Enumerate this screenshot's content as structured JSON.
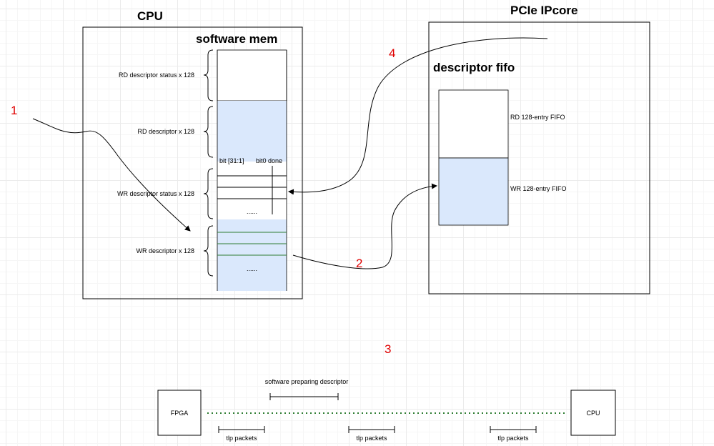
{
  "cpu": {
    "title": "CPU",
    "software_mem_title": "software mem",
    "regions": [
      "RD descriptor status x 128",
      "RD descriptor x 128",
      "WR descriptor status x 128",
      "WR descriptor x 128"
    ],
    "bit_field_label": "bit [31:1]",
    "bit0_label": "bit0 done",
    "ellipsis_status": "......",
    "ellipsis_wr": "......"
  },
  "pcie": {
    "title": "PCIe IPcore",
    "fifo_title": "descriptor  fifo",
    "rd_fifo_label": "RD 128-entry FIFO",
    "wr_fifo_label": "WR 128-entry FIFO"
  },
  "steps": [
    "1",
    "2",
    "3",
    "4"
  ],
  "timeline": {
    "left_box": "FPGA",
    "right_box": "CPU",
    "prep_label": "software preparing descriptor",
    "tlp_labels": [
      "tlp packets",
      "tlp packets",
      "tlp packets"
    ]
  },
  "colors": {
    "fill_blue": "#dae8fc",
    "border": "#000000",
    "step_number": "#e00000",
    "timeline_dots": "#2e7d32",
    "wr_desc_lines": "#2e7d32"
  }
}
